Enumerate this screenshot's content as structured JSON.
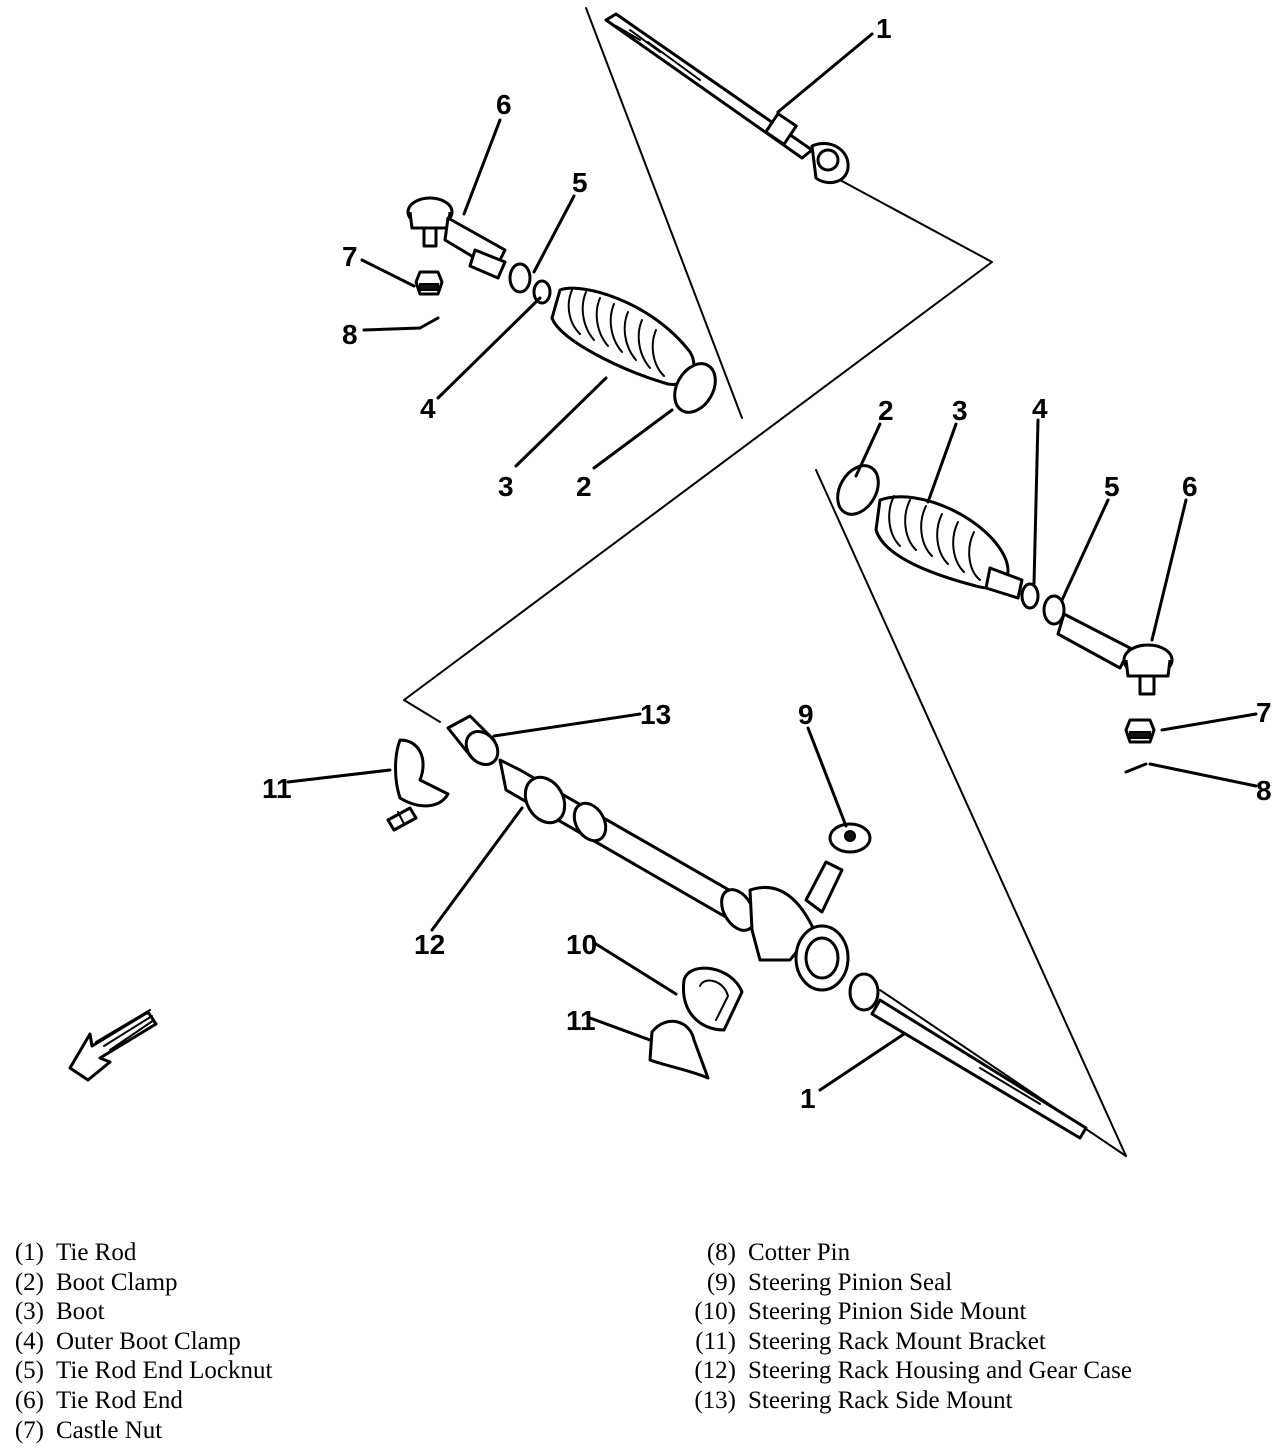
{
  "callouts": {
    "c1_top": "1",
    "c6_left": "6",
    "c5_left": "5",
    "c7_left": "7",
    "c8_left": "8",
    "c4_left": "4",
    "c3_left": "3",
    "c2_left": "2",
    "c2_right": "2",
    "c3_right": "3",
    "c4_right": "4",
    "c5_right": "5",
    "c6_right": "6",
    "c7_right": "7",
    "c8_right": "8",
    "c13": "13",
    "c9": "9",
    "c11_left": "11",
    "c12": "12",
    "c10": "10",
    "c11_bottom": "11",
    "c1_bottom": "1"
  },
  "legend": {
    "left": [
      {
        "num": "(1)",
        "label": "Tie Rod"
      },
      {
        "num": "(2)",
        "label": "Boot Clamp"
      },
      {
        "num": "(3)",
        "label": "Boot"
      },
      {
        "num": "(4)",
        "label": "Outer Boot Clamp"
      },
      {
        "num": "(5)",
        "label": "Tie Rod End Locknut"
      },
      {
        "num": "(6)",
        "label": "Tie Rod End"
      },
      {
        "num": "(7)",
        "label": "Castle Nut"
      }
    ],
    "right": [
      {
        "num": "(8)",
        "label": "Cotter Pin"
      },
      {
        "num": "(9)",
        "label": "Steering Pinion Seal"
      },
      {
        "num": "(10)",
        "label": "Steering Pinion Side Mount"
      },
      {
        "num": "(11)",
        "label": "Steering Rack Mount Bracket"
      },
      {
        "num": "(12)",
        "label": "Steering Rack Housing and Gear Case"
      },
      {
        "num": "(13)",
        "label": "Steering Rack Side Mount"
      }
    ]
  }
}
